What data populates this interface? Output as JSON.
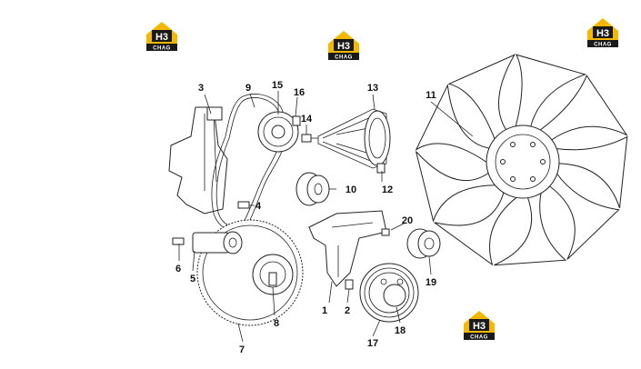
{
  "diagram": {
    "callouts": [
      "1",
      "2",
      "3",
      "4",
      "5",
      "6",
      "7",
      "8",
      "9",
      "10",
      "11",
      "12",
      "13",
      "14",
      "15",
      "16",
      "17",
      "18",
      "19",
      "20"
    ]
  },
  "watermark": {
    "brand_mark": "H3",
    "brand_name": "CHAG"
  },
  "colors": {
    "badge_yellow": "#F5B800",
    "badge_dark": "#1a1a1a",
    "line": "#222222"
  }
}
